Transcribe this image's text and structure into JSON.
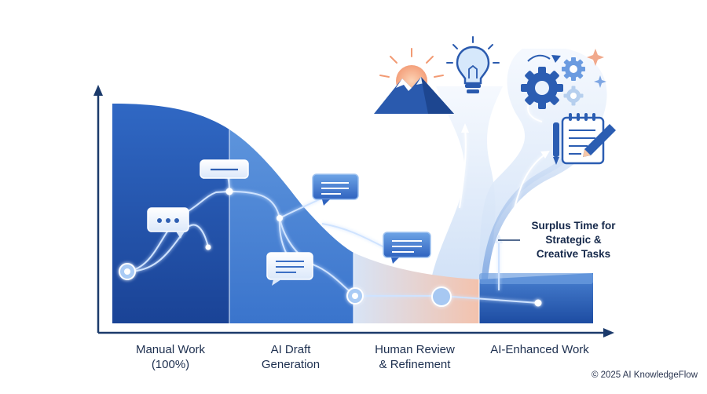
{
  "diagram": {
    "stages": [
      {
        "label": "Manual Work\n(100%)"
      },
      {
        "label": "AI Draft\nGeneration"
      },
      {
        "label": "Human Review\n& Refinement"
      },
      {
        "label": "AI-Enhanced Work"
      }
    ],
    "callout": "Surplus Time for\nStrategic &\nCreative Tasks",
    "icons": [
      "mountain-sunrise-icon",
      "lightbulb-icon",
      "gears-icon",
      "notepad-pencil-icon"
    ],
    "footer": "© 2025 AI KnowledgeFlow",
    "colors": {
      "primary": "#1f4fa6",
      "mid": "#3d78d0",
      "light": "#cfe0f6",
      "accent_peach": "#f5b9a1",
      "axis": "#1b3a6b"
    }
  }
}
